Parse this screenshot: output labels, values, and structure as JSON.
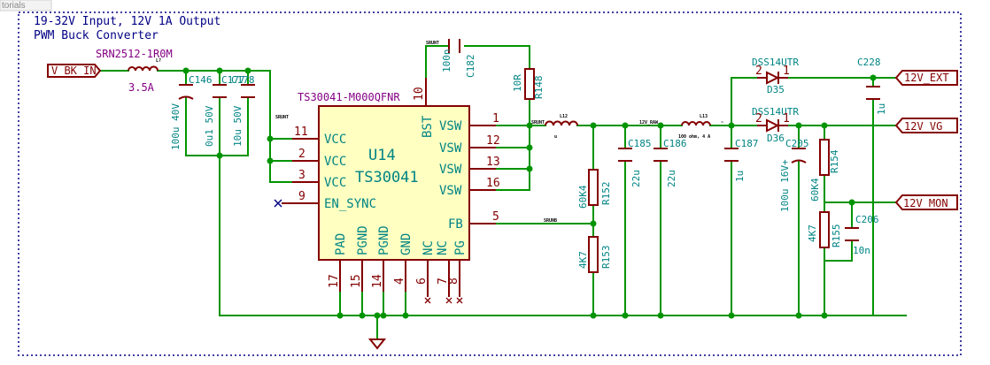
{
  "window": {
    "tab_fragment": "torials"
  },
  "chart_data": {
    "type": "schematic",
    "notes": [
      "19-32V Input, 12V 1A Output",
      "PWM Buck Converter"
    ],
    "ic": {
      "ref": "U14",
      "value": "TS30041",
      "part": "TS30041-M000QFNR",
      "pins": [
        {
          "num": "11",
          "name": "VCC"
        },
        {
          "num": "2",
          "name": "VCC"
        },
        {
          "num": "3",
          "name": "VCC"
        },
        {
          "num": "9",
          "name": "EN_SYNC"
        },
        {
          "num": "10",
          "name": "BST"
        },
        {
          "num": "1",
          "name": "VSW"
        },
        {
          "num": "12",
          "name": "VSW"
        },
        {
          "num": "13",
          "name": "VSW"
        },
        {
          "num": "16",
          "name": "VSW"
        },
        {
          "num": "5",
          "name": "FB"
        },
        {
          "num": "17",
          "name": "PAD"
        },
        {
          "num": "15",
          "name": "PGND"
        },
        {
          "num": "14",
          "name": "PGND"
        },
        {
          "num": "4",
          "name": "GND"
        },
        {
          "num": "6",
          "name": "NC"
        },
        {
          "num": "7",
          "name": "NC"
        },
        {
          "num": "8",
          "name": "PG"
        }
      ]
    },
    "components": {
      "L_in": {
        "ref": "L?",
        "value": "SRN2512-1R0M",
        "current": "3.5A"
      },
      "C146": {
        "ref": "C146",
        "value": "100u 40V"
      },
      "C177": {
        "ref": "C177",
        "value": "0u1 50V"
      },
      "C178": {
        "ref": "C178",
        "value": "10u 50V"
      },
      "C182": {
        "ref": "C182",
        "value": "100n"
      },
      "R148": {
        "ref": "R148",
        "value": "10R"
      },
      "L12": {
        "ref": "L12",
        "value": "u"
      },
      "C185": {
        "ref": "C185",
        "value": "22u"
      },
      "C186": {
        "ref": "C186",
        "value": "22u"
      },
      "L13": {
        "ref": "L13",
        "value": "100 ohm, 4 A"
      },
      "R152": {
        "ref": "R152",
        "value": "60K4"
      },
      "R153": {
        "ref": "R153",
        "value": "4K7"
      },
      "C187": {
        "ref": "C187",
        "value": "1u"
      },
      "D35": {
        "ref": "D35",
        "value": "DSS14UTR"
      },
      "D36": {
        "ref": "D36",
        "value": "DSS14UTR"
      },
      "C205": {
        "ref": "C205",
        "value": "100u 16V+"
      },
      "R154": {
        "ref": "R154",
        "value": "60K4"
      },
      "R155": {
        "ref": "R155",
        "value": "4K7"
      },
      "C206": {
        "ref": "C206",
        "value": "10n"
      },
      "C228": {
        "ref": "C228",
        "value": "1u"
      }
    },
    "global_labels": [
      "V_BK_IN",
      "12V_EXT",
      "12V_VG",
      "12V_MON"
    ],
    "anode_pin": "2",
    "cathode_pin": "1",
    "net_labels": {
      "bst": "SRUNT",
      "vcc": "SRUNT",
      "sw": "SRUNT",
      "out": "12V_RAW",
      "fb": "SRUNB",
      "post": "~"
    }
  }
}
